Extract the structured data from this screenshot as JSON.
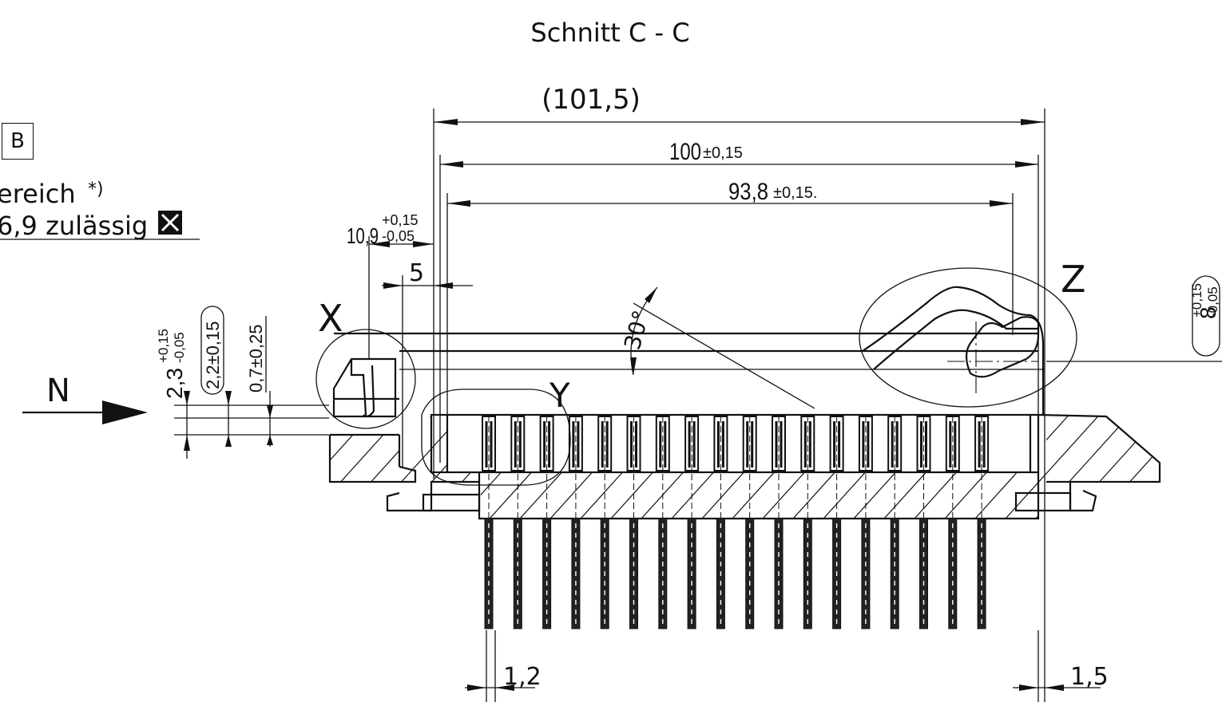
{
  "title": "Schnitt C - C",
  "box_label": "B",
  "note_line1": "ereich",
  "note_star": "*)",
  "note_line2": "6,9 zulässig",
  "view_arrow_label": "N",
  "detail_labels": {
    "x": "X",
    "y": "Y",
    "z": "Z"
  },
  "dimensions": {
    "overall_ref": "(101,5)",
    "length_100": "100",
    "length_100_tol": "±0,15",
    "length_93_8": "93,8",
    "length_93_8_tol": "±0,15.",
    "offset_10_9": "10,9",
    "offset_10_9_tol_upper": "+0,15",
    "offset_10_9_tol_lower": "-0,05",
    "offset_5": "5",
    "angle_30": "30°",
    "height_2_3": "2,3",
    "height_2_3_tol_upper": "+0,15",
    "height_2_3_tol_lower": "-0,05",
    "height_2_2": "2,2±0,15",
    "height_0_7": "0,7±0,25",
    "right_8": "8",
    "right_8_tol_upper": "+0,15",
    "right_8_tol_lower": "-0,05",
    "pitch_1_2": "1,2",
    "pitch_1_5": "1,5"
  }
}
